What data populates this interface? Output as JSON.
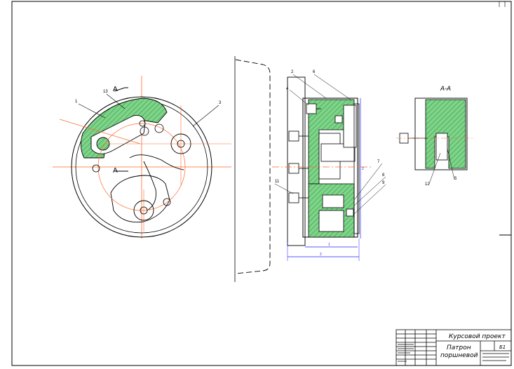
{
  "drawing": {
    "section_label": "А-А",
    "cut_label_top": "А",
    "cut_label_bottom": "А",
    "callouts_front": [
      "1",
      "13",
      "3"
    ],
    "callouts_side": [
      "2",
      "6",
      "4",
      "7",
      "8",
      "9",
      "11",
      "12",
      "5"
    ],
    "dimensions": [
      "2",
      "1",
      "2"
    ],
    "colors": {
      "hatch_fill": "#7fd38a",
      "hatch_line": "#2e9e3e",
      "center_line": "#ff6a2a",
      "outline": "#000000",
      "dimension": "#2222ff",
      "paper": "#ffffff"
    }
  },
  "title_block": {
    "course_title": "Курсовой проект",
    "part_name_line1": "Патрон",
    "part_name_line2": "поршневой",
    "sheet_code": "Б1"
  }
}
